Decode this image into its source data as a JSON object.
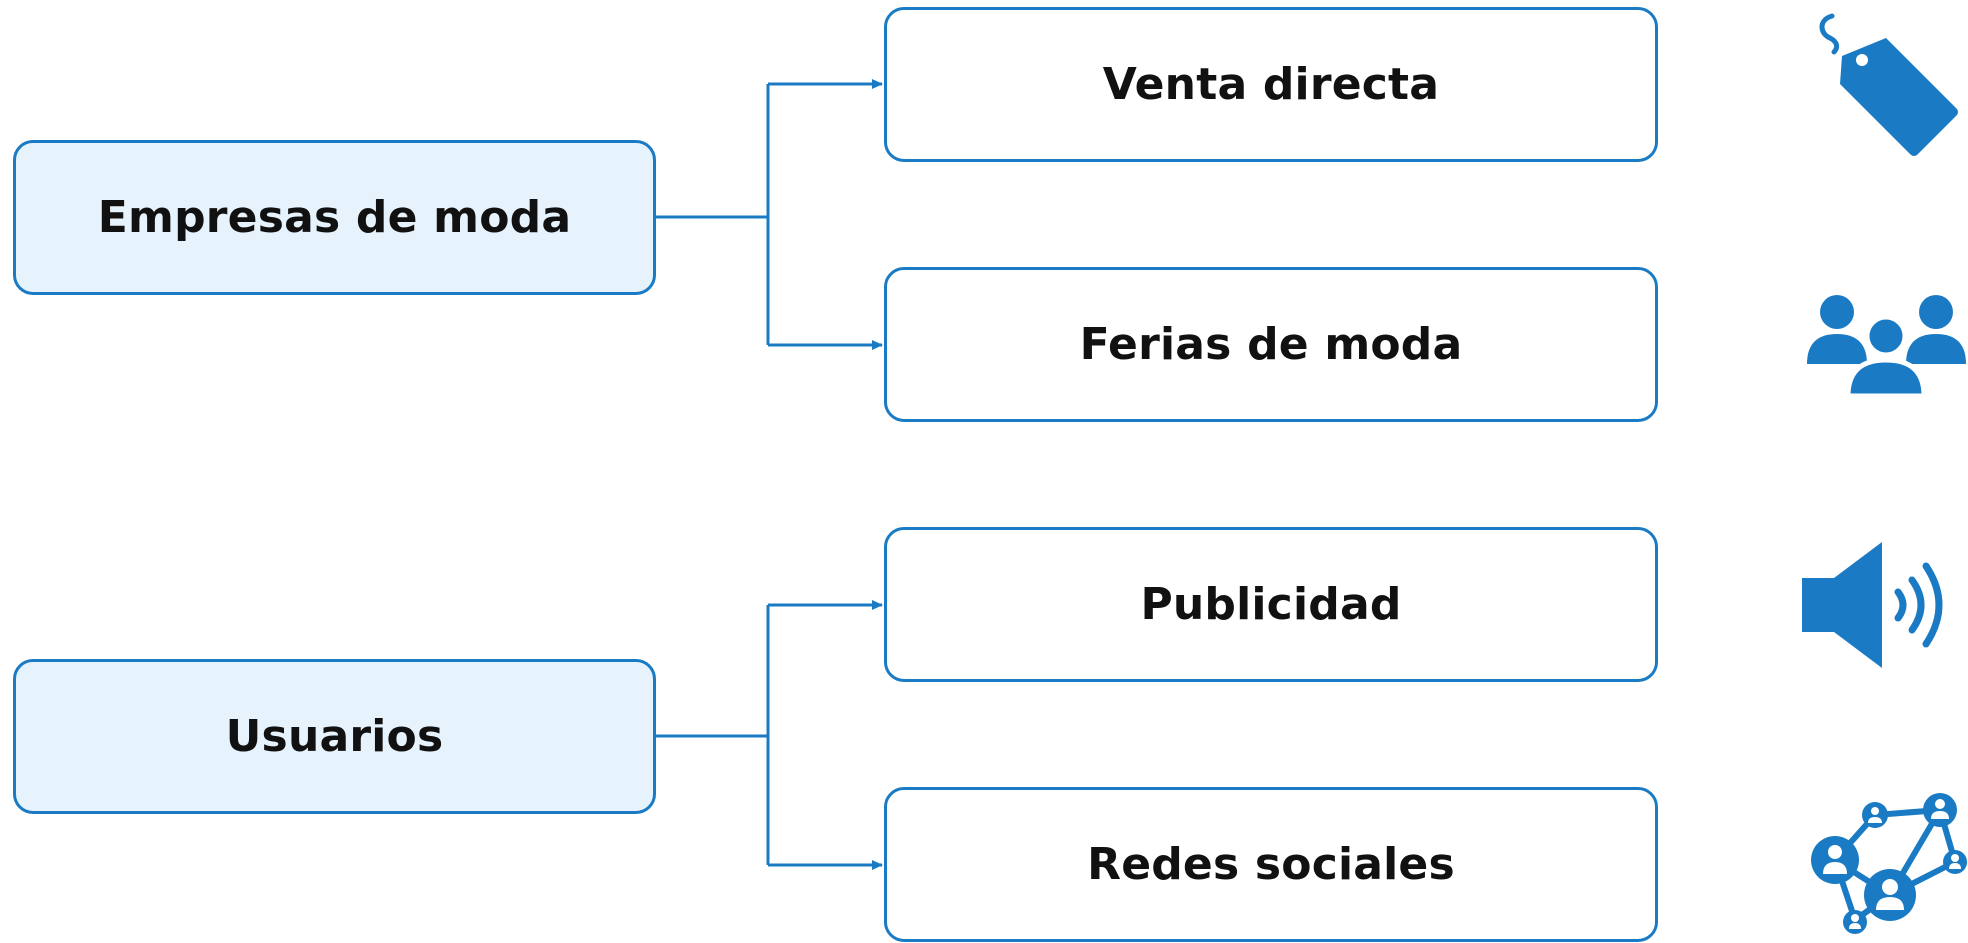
{
  "colors": {
    "accent": "#1a7bc4",
    "left_box_fill": "#e6f3fc",
    "right_box_fill": "#ffffff",
    "text": "#111111"
  },
  "groups": [
    {
      "label": "Empresas de moda",
      "children": [
        {
          "label": "Venta directa",
          "icon": "price-tag-icon"
        },
        {
          "label": "Ferias de moda",
          "icon": "people-group-icon"
        }
      ]
    },
    {
      "label": "Usuarios",
      "children": [
        {
          "label": "Publicidad",
          "icon": "speaker-volume-icon"
        },
        {
          "label": "Redes sociales",
          "icon": "social-network-icon"
        }
      ]
    }
  ]
}
